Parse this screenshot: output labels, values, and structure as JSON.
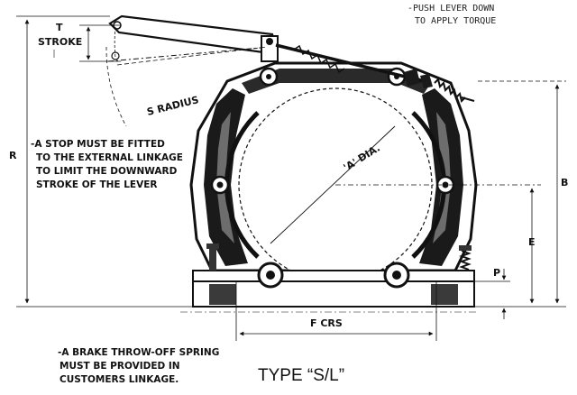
{
  "top_note": {
    "line1": "-PUSH LEVER DOWN",
    "line2": "TO APPLY TORQUE"
  },
  "labels": {
    "t": "T",
    "stroke": "STROKE",
    "s_radius": "S RADIUS",
    "a_dia": "'A' DIA.",
    "r": "R",
    "b": "B",
    "e": "E",
    "p": "P",
    "f_crs": "F CRS"
  },
  "stop_note": {
    "line1": "-A STOP MUST BE FITTED",
    "line2": "TO THE EXTERNAL LINKAGE",
    "line3": "TO LIMIT THE DOWNWARD",
    "line4": "STROKE OF THE LEVER"
  },
  "spring_note": {
    "line1": "-A BRAKE THROW-OFF SPRING",
    "line2": "MUST BE PROVIDED IN",
    "line3": "CUSTOMERS LINKAGE."
  },
  "type_caption": "TYPE “S/L”"
}
